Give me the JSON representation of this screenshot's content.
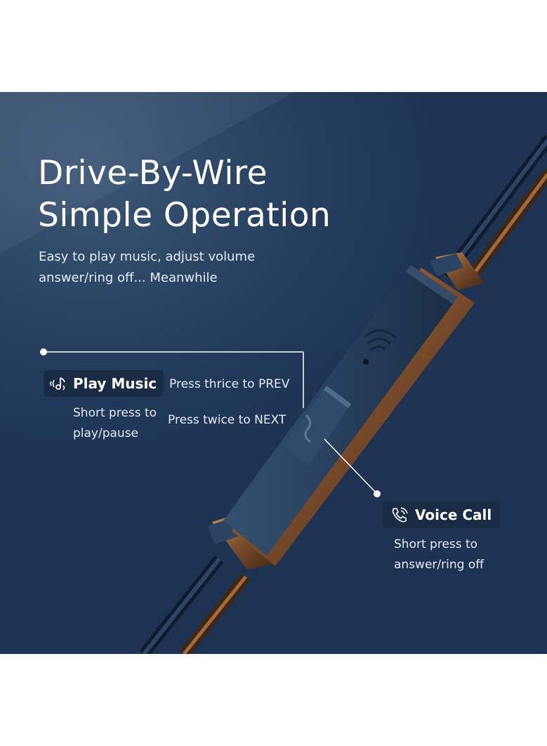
{
  "headline": {
    "line1": "Drive-By-Wire",
    "line2": "Simple Operation"
  },
  "subline": {
    "line1": "Easy to play music, adjust volume",
    "line2": "answer/ring off... Meanwhile"
  },
  "play_music": {
    "icon": "music-note-icon",
    "label": "Play Music",
    "short_press_line1": "Short press to",
    "short_press_line2": "play/pause",
    "thrice": "Press thrice to PREV",
    "twice": "Press twice to NEXT"
  },
  "voice_call": {
    "icon": "phone-icon",
    "label": "Voice Call",
    "short_press_line1": "Short press to",
    "short_press_line2": "answer/ring off"
  },
  "colors": {
    "background": "#22395a",
    "badge": "#1a2c45",
    "text": "#ffffff",
    "remote_body": "#1f3450",
    "remote_edge": "#8a5a35"
  }
}
